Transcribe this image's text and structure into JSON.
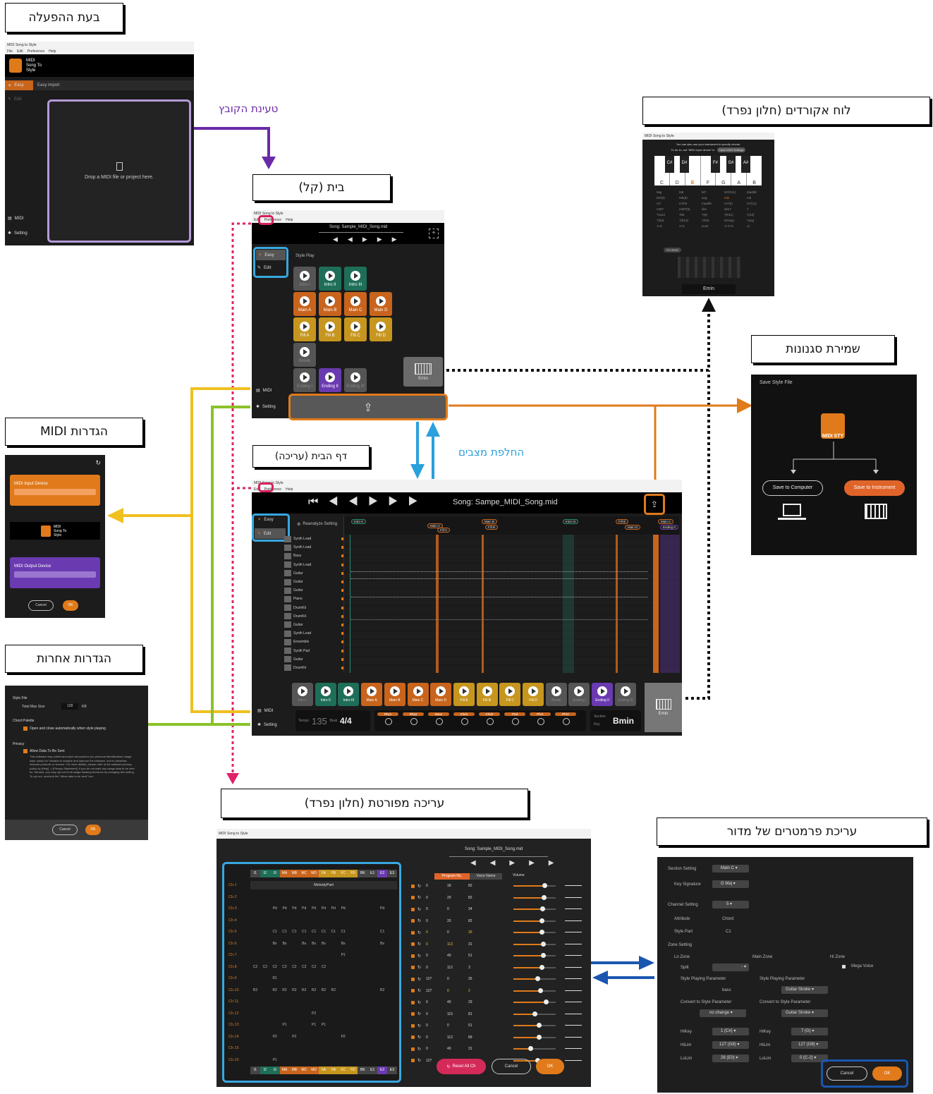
{
  "labels": {
    "startup": "בעת ההפעלה",
    "file_load": "טעינת הקובץ",
    "home_easy": "בית (קל)",
    "chord_board": "לוח אקורדים (חלון נפרד)",
    "save_styles": "שמירת סגנונות",
    "midi_settings": "הגדרות MIDI",
    "home_edit": "דף הבית (עריכה)",
    "mode_switch": "החלפת מצבים",
    "other_settings": "הגדרות אחרות",
    "detailed_edit": "עריכה מפורטת (חלון נפרד)",
    "section_params": "עריכת פרמטרים של מדור"
  },
  "startup_window": {
    "title": "MIDI Song to Style",
    "menu": [
      "File",
      "Edit",
      "Preference",
      "Help"
    ],
    "logo_text": "MIDI Song To Style",
    "tab_easy": "Easy",
    "tab_easy_import": "Easy import",
    "tab_edit": "Edit",
    "drop_text": "Drop a MIDI file or project here.",
    "nav_midi": "MIDI",
    "nav_setting": "Setting"
  },
  "home_easy_window": {
    "title": "MIDI Song to Style",
    "menu": [
      "Edit",
      "Preference",
      "Help"
    ],
    "song": "Song: Sample_MIDI_Song.mid",
    "style_play": "Style Play",
    "nav_easy": "Easy",
    "nav_edit": "Edit",
    "nav_midi": "MIDI",
    "nav_setting": "Setting",
    "tiles": [
      {
        "label": "Intro I",
        "color": "grey"
      },
      {
        "label": "Intro II",
        "color": "green"
      },
      {
        "label": "Intro III",
        "color": "green"
      },
      {
        "label": "Main A",
        "color": "orange"
      },
      {
        "label": "Main B",
        "color": "orange"
      },
      {
        "label": "Main C",
        "color": "orange"
      },
      {
        "label": "Main D",
        "color": "orange"
      },
      {
        "label": "Fill A",
        "color": "yellow"
      },
      {
        "label": "Fill B",
        "color": "yellow"
      },
      {
        "label": "Fill C",
        "color": "yellow"
      },
      {
        "label": "Fill D",
        "color": "yellow"
      },
      {
        "label": "Break",
        "color": "grey"
      },
      {
        "label": "Ending I",
        "color": "grey"
      },
      {
        "label": "Ending II",
        "color": "purple"
      },
      {
        "label": "Ending III",
        "color": "grey"
      }
    ],
    "chord": "Emin"
  },
  "chord_window": {
    "title": "MIDI Song to Style",
    "note1": "You can also use your instrument to specify chords.",
    "note2": "To do so, set \"MIDI Input device\" in",
    "button": "Open MIDI Settings",
    "black_keys": [
      "C#",
      "D#",
      "F#",
      "G#",
      "A#"
    ],
    "white_keys": [
      "C",
      "D",
      "E",
      "F",
      "G",
      "A",
      "B"
    ],
    "chord_types": [
      "Maj",
      "M6",
      "M7",
      "M7(#11)",
      "Madd9",
      "M7(9)",
      "M6(9)",
      "aug",
      "min",
      "m6",
      "m7",
      "m7b5",
      "madd9",
      "m7(9)",
      "m7(11)",
      "mM7",
      "mM7(9)",
      "dim",
      "dim7",
      "7",
      "7sus4",
      "7b5",
      "7(9)",
      "7(#11)",
      "7(13)",
      "7(b9)",
      "7(b13)",
      "7(#9)",
      "M7aug",
      "7aug",
      "1+8",
      "1+5",
      "sus4",
      "1+2+5",
      "cc"
    ],
    "on_bass": "On Bass",
    "current": "Emin"
  },
  "save_window": {
    "title": "Save Style File",
    "btn_computer": "Save to Computer",
    "btn_instrument": "Save to Instrument",
    "logo_text": "MIDI STY"
  },
  "midi_window": {
    "input": "MIDI Input Device",
    "output": "MIDI Output Device",
    "logo_text": "MIDI Song To Style",
    "cancel": "Cancel",
    "ok": "OK"
  },
  "edit_window": {
    "title": "MIDI Song to Style",
    "menu": [
      "Edit",
      "Preference",
      "Help"
    ],
    "song": "Song: Sampe_MIDI_Song.mid",
    "reanalyze": "Reanalyze Setting",
    "nav_easy": "Easy",
    "nav_edit": "Edit",
    "nav_midi": "MIDI",
    "nav_setting": "Setting",
    "tracks": [
      "Synth Lead",
      "Synth Lead",
      "Bass",
      "Synth Lead",
      "Guitar",
      "Guitar",
      "Guitar",
      "Piano",
      "DrumKit",
      "DrumKit",
      "Guitar",
      "Synth Lead",
      "Ensemble",
      "Synth Pad",
      "Guitar",
      "DrumKit"
    ],
    "markers": [
      "Intro II",
      "Main C",
      "Fill C",
      "Main B",
      "Fill B",
      "Intro III",
      "Fill B",
      "Main D",
      "Main A",
      "Ending II"
    ],
    "tiles": [
      "Intro I",
      "Intro II",
      "Intro III",
      "Main A",
      "Main B",
      "Main C",
      "Main D",
      "Fill A",
      "Fill B",
      "Fill C",
      "Fill D",
      "Break",
      "Ending I",
      "Ending II",
      "Ending III"
    ],
    "tempo_label": "Tempo",
    "tempo": "135",
    "beat_label": "Beat",
    "beat": "4/4",
    "section_label": "Section",
    "key_label": "Key",
    "key": "Bmin",
    "chord": "Emin",
    "parts": [
      "Rhy1",
      "Rhy2",
      "Bass",
      "Chd1",
      "Chd2",
      "Pad",
      "Phr1",
      "Phr2"
    ]
  },
  "other_settings_window": {
    "style_file": "Style File",
    "total_max": "Total Max Size",
    "size": "128",
    "kb": "KB",
    "chord_palette": "Chord Palette",
    "open_close": "Open and close automatically when style playing",
    "privacy": "Privacy",
    "allow": "Allow Data To Be Sent",
    "privacy_text": "This software may collect and store anonymous (no personal identification) usage data, solely for Yamaha to analyze and improve the software, and to advertise relevant products or service. For more details, please refer to the software privacy policy by [Help] -> [Privacy Statement]. If you do not want any usage data to be sent for Yamaha, you may opt out of all usage tracking functions by changing this setting. To opt out, uncheck the \"Allow data to be sent\" box.",
    "cancel": "Cancel",
    "ok": "OK"
  },
  "detail_window": {
    "title": "MIDI Song to Style",
    "song": "Song: Sample_MIDI_Song.mid",
    "col_heads": [
      "I1",
      "I2",
      "I3",
      "MA",
      "MB",
      "MC",
      "MD",
      "FA",
      "FB",
      "FC",
      "FD",
      "BK",
      "E1",
      "E2",
      "E3"
    ],
    "channels": [
      "Ch.1",
      "Ch.2",
      "Ch.3",
      "Ch.4",
      "Ch.5",
      "Ch.6",
      "Ch.7",
      "Ch.8",
      "Ch.9",
      "Ch.10",
      "Ch.11",
      "Ch.12",
      "Ch.13",
      "Ch.14",
      "Ch.15",
      "Ch.16"
    ],
    "melody_part": "MelodyPart",
    "program_no": "Program No.",
    "voice_name": "Voice Name",
    "volume": "Volume",
    "rows": [
      [
        "0",
        "18",
        "82"
      ],
      [
        "0",
        "20",
        "82"
      ],
      [
        "0",
        "0",
        "34"
      ],
      [
        "0",
        "20",
        "82"
      ],
      [
        "0",
        "0",
        "26"
      ],
      [
        "0",
        "113",
        "31"
      ],
      [
        "0",
        "40",
        "51"
      ],
      [
        "0",
        "112",
        "3"
      ],
      [
        "127",
        "0",
        "26"
      ],
      [
        "127",
        "0",
        "2"
      ],
      [
        "0",
        "40",
        "29"
      ],
      [
        "0",
        "115",
        "81"
      ],
      [
        "0",
        "0",
        "51"
      ],
      [
        "0",
        "112",
        "89"
      ],
      [
        "0",
        "40",
        "31"
      ],
      [
        "127",
        "0",
        "2"
      ]
    ],
    "reset": "Reset All Ch",
    "cancel": "Cancel",
    "ok": "OK"
  },
  "section_window": {
    "section_setting": "Section Setting",
    "section_value": "Main C",
    "key_signature": "Key Signature",
    "key_value": "G Maj",
    "channel_setting": "Channel Setting",
    "channel_value": "5",
    "attribute": "Attribute",
    "attribute_value": "Chord",
    "style_part": "Style Part",
    "style_part_value": "C1",
    "zone_setting": "Zone Setting",
    "lo_zone": "Lo Zone",
    "main_zone": "Main Zone",
    "hi_zone": "Hi Zone",
    "split": "Split",
    "mega_voice": "Mega Voice",
    "spp": "Style Playing Parameter",
    "bass": "bass",
    "guitar_stroke": "Guitar Stroke",
    "cts": "Convert to Style Parameter",
    "no_change": "no change",
    "hikey": "HiKey",
    "hilim": "HiLim",
    "lolim": "LoLim",
    "lo_vals": [
      "1 (C#)",
      "127 (G8)",
      "28 (E0)"
    ],
    "main_vals": [
      "7 (G)",
      "127 (G8)",
      "0 (C-2)"
    ],
    "cancel": "Cancel",
    "ok": "OK"
  }
}
